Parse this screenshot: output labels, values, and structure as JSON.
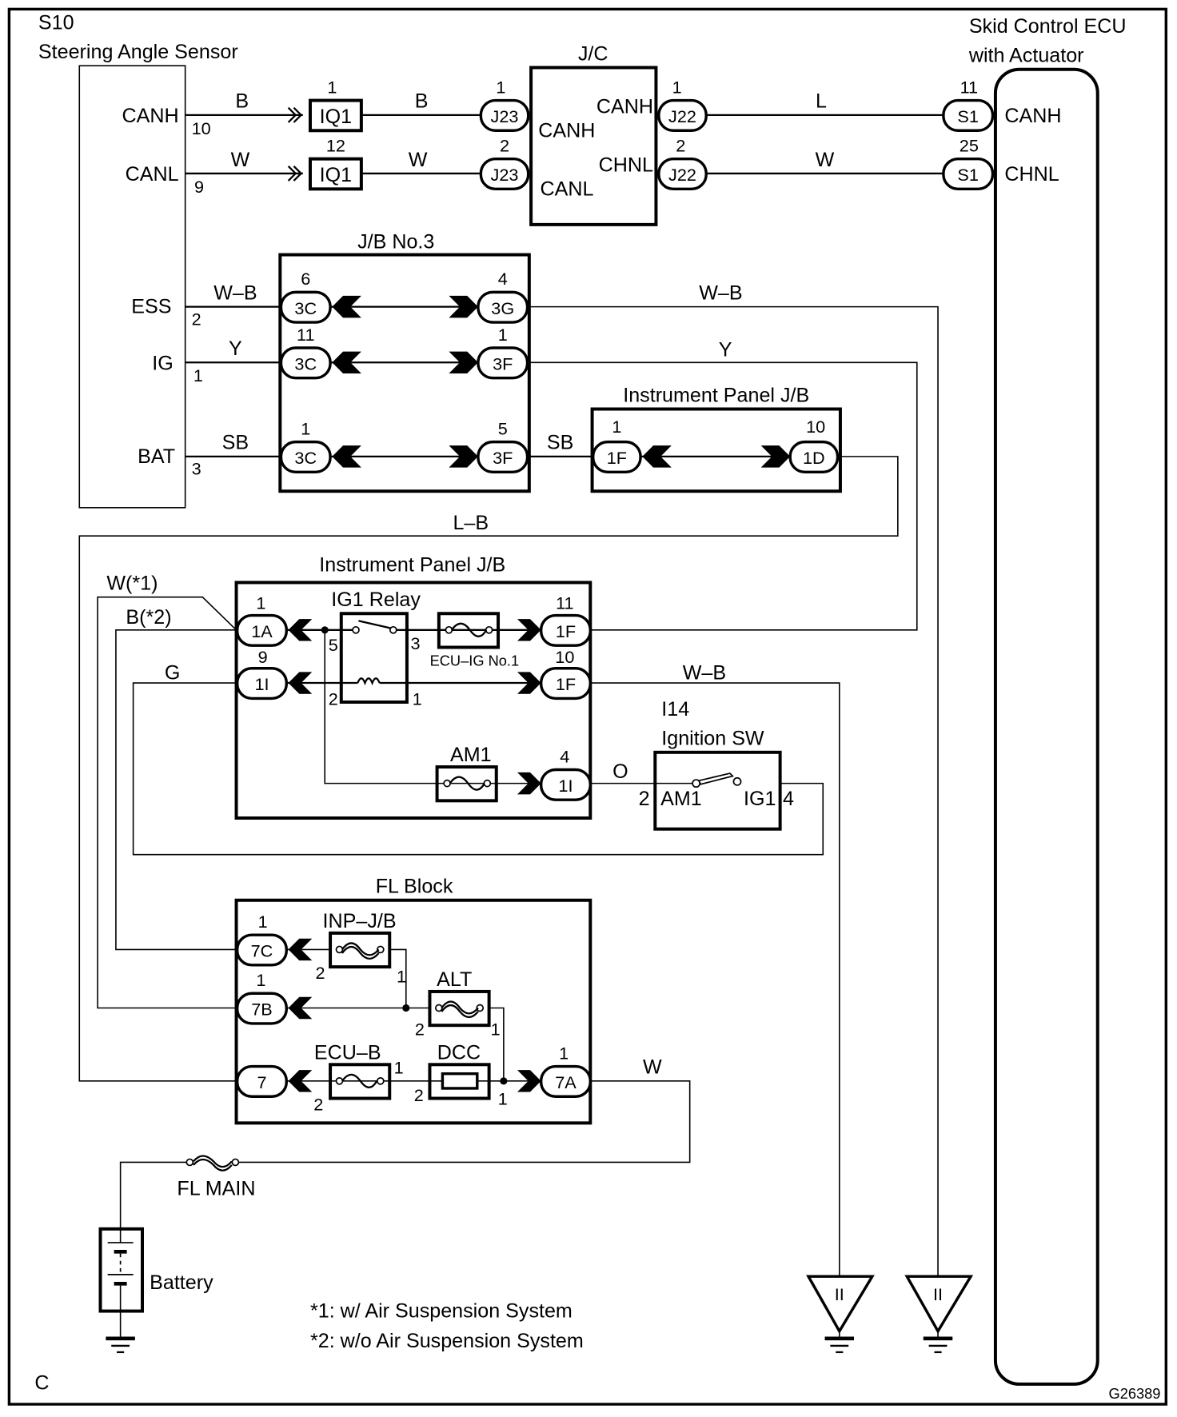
{
  "diagram": {
    "section_letter": "C",
    "figure_id": "G26389",
    "components": {
      "steering_sensor": {
        "code": "S10",
        "name": "Steering Angle Sensor",
        "pins": [
          {
            "name": "CANH",
            "pin": "10",
            "wire": "B"
          },
          {
            "name": "CANL",
            "pin": "9",
            "wire": "W"
          },
          {
            "name": "ESS",
            "pin": "2",
            "wire": "W–B"
          },
          {
            "name": "IG",
            "pin": "1",
            "wire": "Y"
          },
          {
            "name": "BAT",
            "pin": "3",
            "wire": "SB"
          }
        ]
      },
      "skid_ecu": {
        "name_line1": "Skid Control ECU",
        "name_line2": "with Actuator",
        "pins": [
          {
            "name": "CANH",
            "pin": "11",
            "connector": "S1",
            "wire": "L"
          },
          {
            "name": "CHNL",
            "pin": "25",
            "connector": "S1",
            "wire": "W"
          }
        ]
      },
      "jc": {
        "name": "J/C",
        "left_labels": [
          "CANH",
          "CANL"
        ],
        "right_labels": [
          "CANH",
          "CHNL"
        ],
        "left_connectors": [
          {
            "code": "J23",
            "pin": "1",
            "wire": "B"
          },
          {
            "code": "J23",
            "pin": "2",
            "wire": "W"
          }
        ],
        "right_connectors": [
          {
            "code": "J22",
            "pin": "1"
          },
          {
            "code": "J22",
            "pin": "2"
          }
        ]
      },
      "iq1": [
        {
          "code": "IQ1",
          "pin": "1"
        },
        {
          "code": "IQ1",
          "pin": "12"
        }
      ],
      "jb3": {
        "name": "J/B No.3",
        "rows": [
          {
            "left": "3C",
            "left_pin": "6",
            "right": "3G",
            "right_pin": "4",
            "out_wire": "W–B"
          },
          {
            "left": "3C",
            "left_pin": "11",
            "right": "3F",
            "right_pin": "1",
            "out_wire": "Y"
          },
          {
            "left": "3C",
            "left_pin": "1",
            "right": "3F",
            "right_pin": "5",
            "out_wire": "SB"
          }
        ]
      },
      "ip_jb_upper": {
        "name": "Instrument Panel J/B",
        "left": "1F",
        "left_pin": "1",
        "right": "1D",
        "right_pin": "10",
        "out_wire": "L–B"
      },
      "ip_jb_lower": {
        "name": "Instrument Panel J/B",
        "relay": {
          "name": "IG1 Relay",
          "pins": [
            "5",
            "3",
            "2",
            "1"
          ]
        },
        "fuses": [
          {
            "name": "ECU–IG No.1"
          },
          {
            "name": "AM1"
          }
        ],
        "connectors": [
          {
            "code": "1A",
            "pin": "1"
          },
          {
            "code": "1I",
            "pin": "9"
          },
          {
            "code": "1F",
            "pin": "11"
          },
          {
            "code": "1F",
            "pin": "10"
          },
          {
            "code": "1I",
            "pin": "4"
          }
        ],
        "wires": {
          "w1": "W(*1)",
          "b2": "B(*2)",
          "g": "G",
          "wb": "W–B",
          "o": "O"
        }
      },
      "ignition_sw": {
        "code": "I14",
        "name": "Ignition SW",
        "left_pin": "2",
        "left_label": "AM1",
        "right_label": "IG1",
        "right_pin": "4"
      },
      "fl_block": {
        "name": "FL Block",
        "fuses": [
          {
            "name": "INP–J/B"
          },
          {
            "name": "ALT"
          },
          {
            "name": "ECU–B"
          },
          {
            "name": "DCC"
          }
        ],
        "connectors": [
          {
            "code": "7C",
            "pin": "1"
          },
          {
            "code": "7B",
            "pin": "1"
          },
          {
            "code": "7",
            "pin": ""
          },
          {
            "code": "7A",
            "pin": "1"
          }
        ],
        "out_wire": "W",
        "fuse_pins": {
          "one": "1",
          "two": "2"
        }
      },
      "fl_main": {
        "name": "FL MAIN"
      },
      "battery": {
        "name": "Battery"
      },
      "grounds": [
        {
          "label": "II"
        },
        {
          "label": "II"
        }
      ]
    },
    "notes": [
      "*1: w/ Air Suspension System",
      "*2: w/o Air Suspension System"
    ]
  }
}
